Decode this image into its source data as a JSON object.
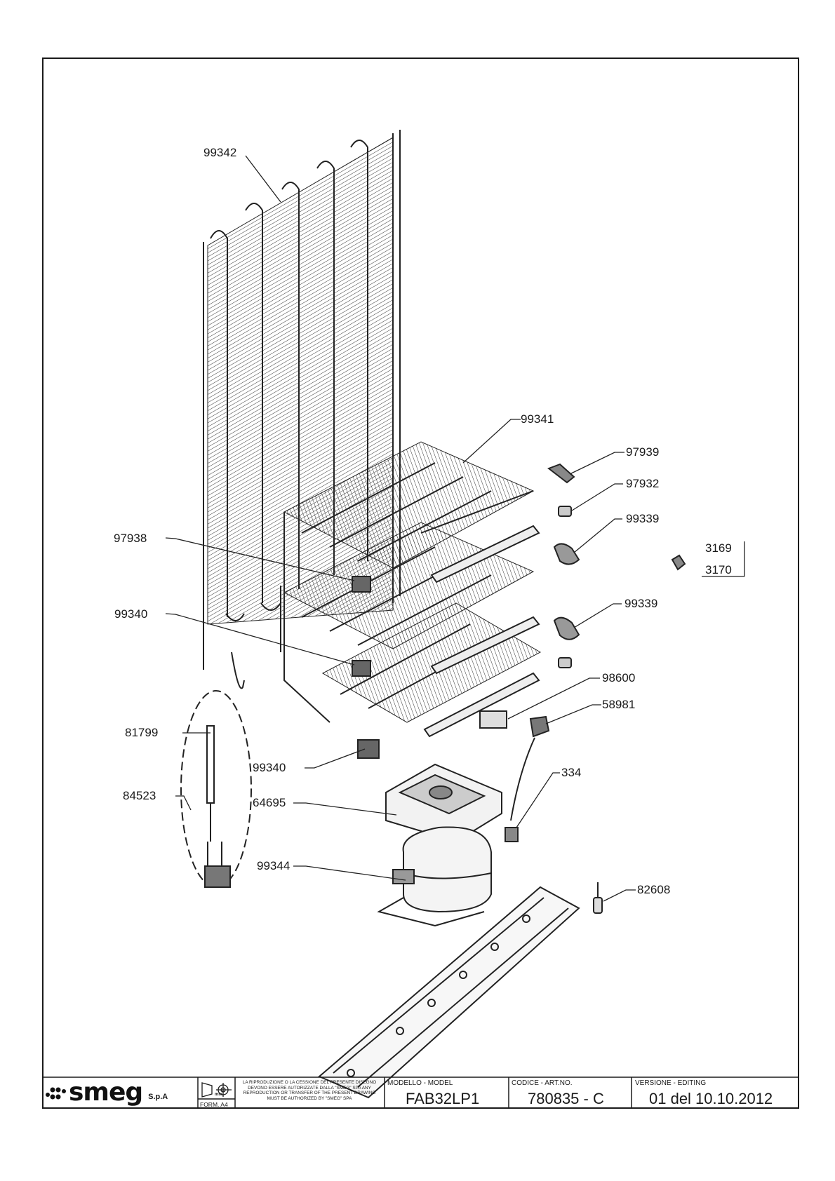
{
  "parts": {
    "p99342": "99342",
    "p99341": "99341",
    "p97939": "97939",
    "p97932": "97932",
    "p99339a": "99339",
    "p3169": "3169",
    "p3170": "3170",
    "p97938": "97938",
    "p99339b": "99339",
    "p99340a": "99340",
    "p98600": "98600",
    "p58981": "58981",
    "p81799": "81799",
    "p99340b": "99340",
    "p334": "334",
    "p84523": "84523",
    "p64695": "64695",
    "p99344": "99344",
    "p82608": "82608"
  },
  "title_block": {
    "logo": "smeg",
    "logo_suffix": "S.p.A",
    "units": "mm",
    "format": "FORM. A4",
    "notice": "LA RIPRODUZIONE O LA CESSIONE DEL PRESENTE DISEGNO DEVONO ESSERE AUTORIZZATE DALLA \"SMEG\" SPA ANY REPRODUCTION OR TRANSFER OF THE PRESENT DRAWING MUST BE AUTHORIZED BY \"SMEG\" SPA",
    "model_label": "MODELLO - MODEL",
    "model_value": "FAB32LP1",
    "code_label": "CODICE - ART.NO.",
    "code_value": "780835 - C",
    "version_label": "VERSIONE - EDITING",
    "version_value": "01 del 10.10.2012"
  }
}
